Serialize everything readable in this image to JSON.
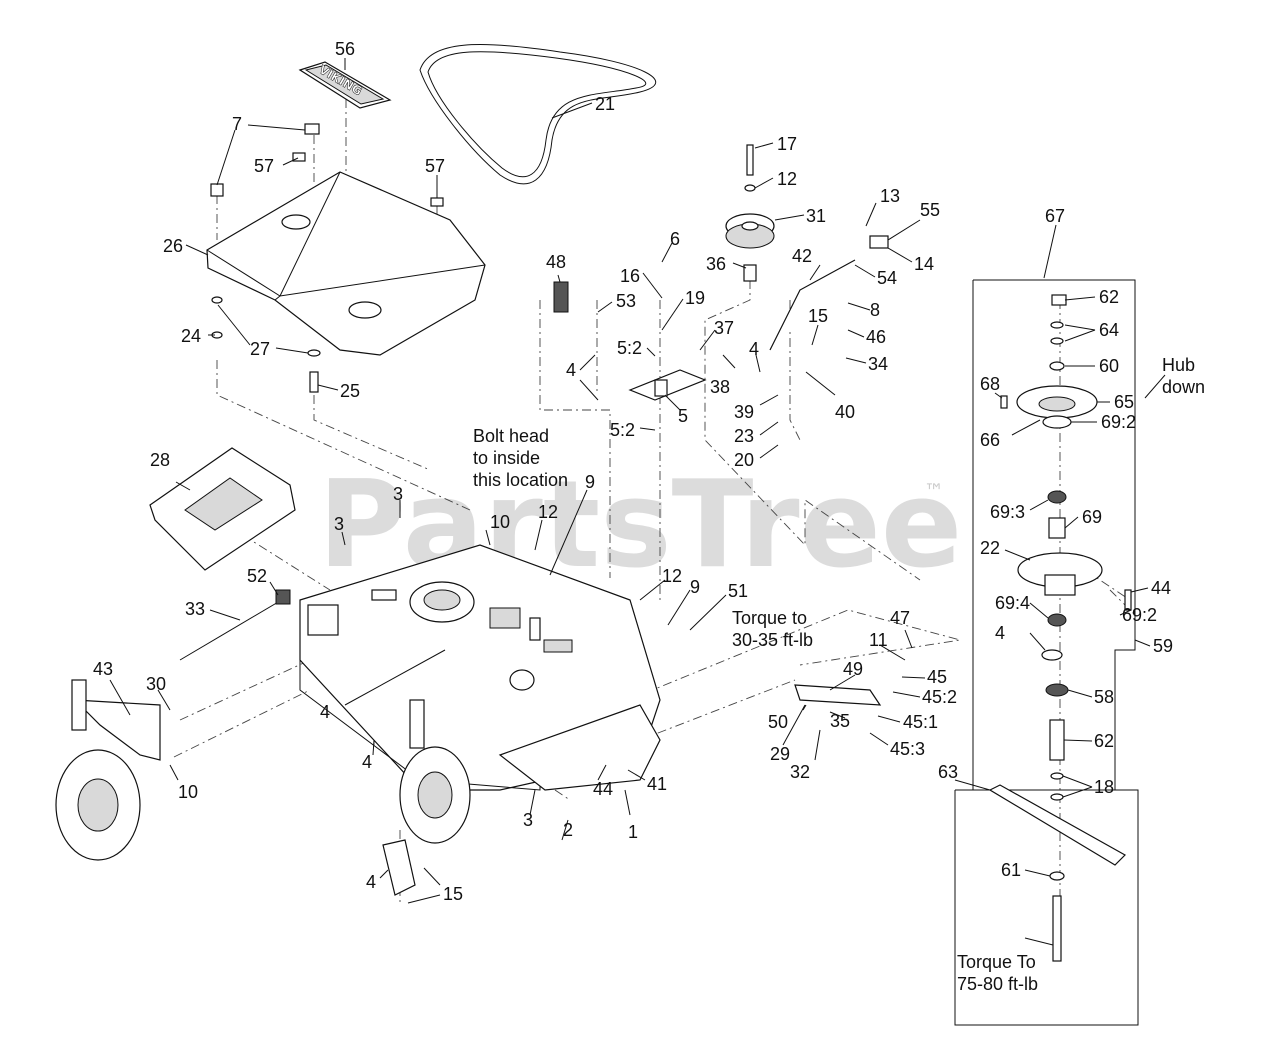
{
  "watermark": {
    "text": "PartsTree",
    "trademark": "™"
  },
  "callouts": [
    "56",
    "21",
    "7",
    "57",
    "57",
    "17",
    "12",
    "31",
    "13",
    "55",
    "14",
    "6",
    "36",
    "42",
    "54",
    "16",
    "48",
    "53",
    "19",
    "5:2",
    "37",
    "15",
    "8",
    "46",
    "34",
    "4",
    "4",
    "38",
    "39",
    "40",
    "5",
    "23",
    "20",
    "5:2",
    "26",
    "24",
    "27",
    "25",
    "28",
    "3",
    "3",
    "10",
    "12",
    "9",
    "52",
    "33",
    "43",
    "30",
    "10",
    "12",
    "9",
    "51",
    "4",
    "4",
    "44",
    "41",
    "1",
    "3",
    "2",
    "4",
    "15",
    "47",
    "11",
    "45",
    "49",
    "45:2",
    "50",
    "45:1",
    "35",
    "29",
    "45:3",
    "32",
    "67",
    "62",
    "64",
    "60",
    "65",
    "68",
    "66",
    "69:2",
    "69:3",
    "69",
    "22",
    "44",
    "69:2",
    "69:4",
    "4",
    "59",
    "58",
    "62",
    "18",
    "63",
    "61"
  ],
  "notes": {
    "bolt_head": [
      "Bolt head",
      "to inside",
      "this location"
    ],
    "torque_spindle_nut": [
      "Torque to",
      "30-35 ft-lb"
    ],
    "hub_down": [
      "Hub",
      "down"
    ],
    "torque_blade_bolt": [
      "Torque To",
      "75-80 ft-lb"
    ]
  },
  "decal_text": {
    "deck_logo": "VIKING"
  }
}
